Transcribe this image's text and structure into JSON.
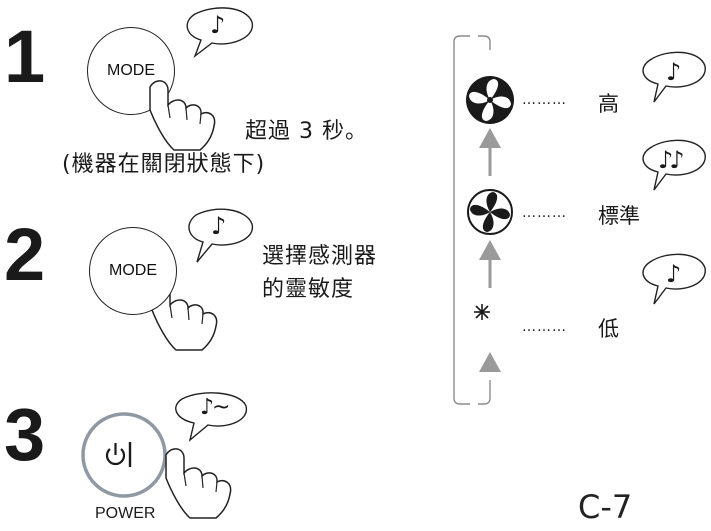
{
  "colors": {
    "ink": "#1a1a1a",
    "arrow_gray": "#9a9a9a",
    "power_ring": "#8f99a3",
    "bracket": "#8c8c8c"
  },
  "steps": [
    {
      "number": "1",
      "button_label": "MODE",
      "lines": [
        "超過 3 秒。",
        "(機器在關閉狀態下)"
      ],
      "sound": "♪"
    },
    {
      "number": "2",
      "button_label": "MODE",
      "lines": [
        "選擇感測器",
        "的靈敏度"
      ],
      "sound": "♪"
    },
    {
      "number": "3",
      "button_label": "POWER",
      "sound": "♪~"
    }
  ],
  "levels": [
    {
      "label": "高",
      "icon": "fan-high-icon",
      "sound": "♪"
    },
    {
      "label": "標準",
      "icon": "fan-standard-icon",
      "sound": "♪♪"
    },
    {
      "label": "低",
      "icon": "sleep-moon-icon",
      "sound": "♪"
    }
  ],
  "dots": "………",
  "page_number": "C-7"
}
